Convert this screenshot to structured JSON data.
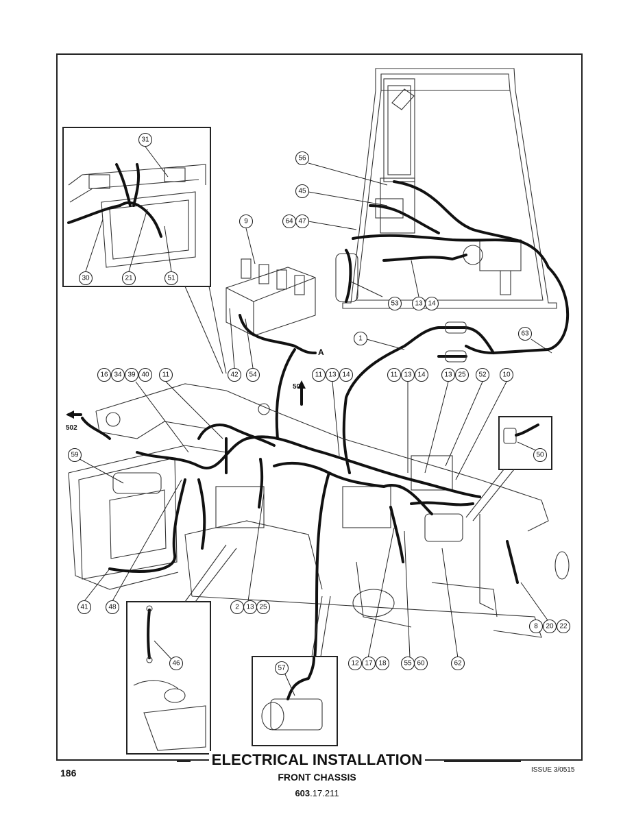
{
  "page": {
    "number": "186",
    "title": "ELECTRICAL INSTALLATION",
    "subtitle": "FRONT CHASSIS",
    "part_number_bold": "603",
    "part_number_rest": ".17.211",
    "issue": "ISSUE 3/0515"
  },
  "diagram": {
    "reference_labels": [
      "A",
      "501",
      "502"
    ],
    "callouts": {
      "inset_top_left": [
        "31",
        "30",
        "21",
        "51"
      ],
      "valve_block": [
        "9",
        "42",
        "54"
      ],
      "cab_unit": [
        "56",
        "45",
        "64",
        "47",
        "53",
        "13",
        "14"
      ],
      "harness": [
        "1",
        "63"
      ],
      "frame_top": [
        "16",
        "34",
        "39",
        "40",
        "11",
        "11",
        "13",
        "14",
        "11",
        "13",
        "14",
        "13",
        "25",
        "52",
        "10"
      ],
      "frame_left": [
        "59",
        "41",
        "48"
      ],
      "frame_bottom": [
        "2",
        "13",
        "25",
        "12",
        "17",
        "18",
        "55",
        "60",
        "62",
        "8",
        "20",
        "22"
      ],
      "inset_right": [
        "50"
      ],
      "inset_bottom_left": [
        "46"
      ],
      "inset_bottom_center": [
        "57"
      ]
    }
  }
}
